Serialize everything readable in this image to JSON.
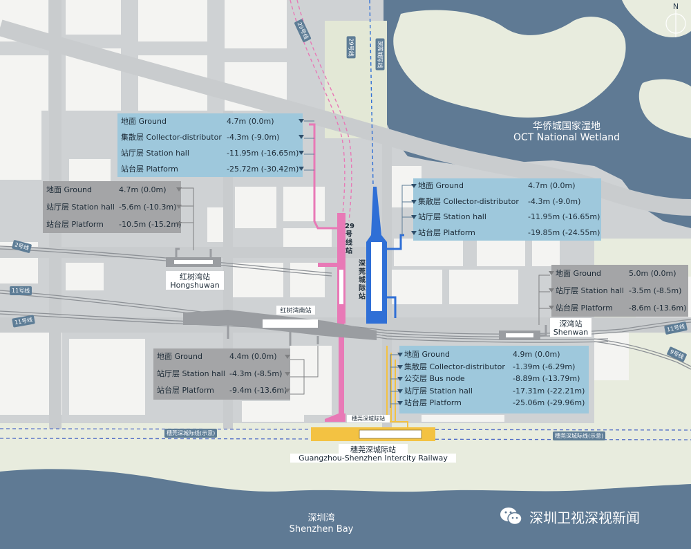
{
  "colors": {
    "water": "#5f7a94",
    "land": "#e8ecde",
    "block": "#f4f4f2",
    "road": "#c9ccce",
    "line29": "#e879b6",
    "intercity": "#2f6fd6",
    "guangshen": "#f3c242",
    "panel_blue": "#9ec8dc",
    "panel_gray": "#a4a5a7",
    "panel_text": "#1c2a36"
  },
  "compass": {
    "label": "N"
  },
  "places": {
    "wetland_cn": "华侨城国家湿地",
    "wetland_en": "OCT National Wetland",
    "bay_cn": "深圳湾",
    "bay_en": "Shenzhen Bay"
  },
  "stations": {
    "hongshuwan_cn": "红树湾站",
    "hongshuwan_en": "Hongshuwan",
    "hongshuwan_south_cn": "红树湾南站",
    "line29_vertical": "29号线站",
    "intercity_vertical": "深莞城际站",
    "shenwan_cn": "深湾站",
    "shenwan_en": "Shenwan",
    "guangshen_small": "穗莞深城际站",
    "guangshen_cn": "穗莞深城际站",
    "guangshen_en": "Guangzhou-Shenzhen Intercity Railway"
  },
  "rail_tags": {
    "line29": "29号线",
    "line2": "2号线",
    "line11": "11号线",
    "line9": "9号线",
    "intercity": "深莞城际线",
    "guangshen_left": "穗莞深城际线(示意)",
    "guangshen_right": "穗莞深城际线(示意)"
  },
  "panels": {
    "line29": {
      "rows": [
        {
          "label": "地面 Ground",
          "value": "4.7m (0.0m)"
        },
        {
          "label": "集散层 Collector-distributor",
          "value": "-4.3m (-9.0m)"
        },
        {
          "label": "站厅层 Station hall",
          "value": "-11.95m (-16.65m)"
        },
        {
          "label": "站台层 Platform",
          "value": "-25.72m (-30.42m)"
        }
      ]
    },
    "hongshuwan": {
      "rows": [
        {
          "label": "地面 Ground",
          "value": "4.7m (0.0m)"
        },
        {
          "label": "站厅层 Station hall",
          "value": "-5.6m (-10.3m)"
        },
        {
          "label": "站台层 Platform",
          "value": "-10.5m (-15.2m)"
        }
      ]
    },
    "intercity": {
      "rows": [
        {
          "label": "地面 Ground",
          "value": "4.7m (0.0m)"
        },
        {
          "label": "集散层 Collector-distributor",
          "value": "-4.3m (-9.0m)"
        },
        {
          "label": "站厅层 Station hall",
          "value": "-11.95m (-16.65m)"
        },
        {
          "label": "站台层 Platform",
          "value": "-19.85m (-24.55m)"
        }
      ]
    },
    "shenwan": {
      "rows": [
        {
          "label": "地面 Ground",
          "value": "5.0m (0.0m)"
        },
        {
          "label": "站厅层 Station hall",
          "value": "-3.5m (-8.5m)"
        },
        {
          "label": "站台层 Platform",
          "value": "-8.6m (-13.6m)"
        }
      ]
    },
    "hongshuwan_south": {
      "rows": [
        {
          "label": "地面 Ground",
          "value": "4.4m (0.0m)"
        },
        {
          "label": "站厅层 Station hall",
          "value": "-4.3m (-8.5m)"
        },
        {
          "label": "站台层 Platform",
          "value": "-9.4m (-13.6m)"
        }
      ]
    },
    "guangshen": {
      "rows": [
        {
          "label": "地面 Ground",
          "value": "4.9m (0.0m)"
        },
        {
          "label": "集散层 Collector-distributor",
          "value": "-1.39m (-6.29m)"
        },
        {
          "label": "公交层 Bus node",
          "value": "-8.89m (-13.79m)"
        },
        {
          "label": "站厅层 Station hall",
          "value": "-17.31m (-22.21m)"
        },
        {
          "label": "站台层 Platform",
          "value": "-25.06m (-29.96m)"
        }
      ]
    }
  },
  "watermark": {
    "text": "深圳卫视深视新闻"
  }
}
